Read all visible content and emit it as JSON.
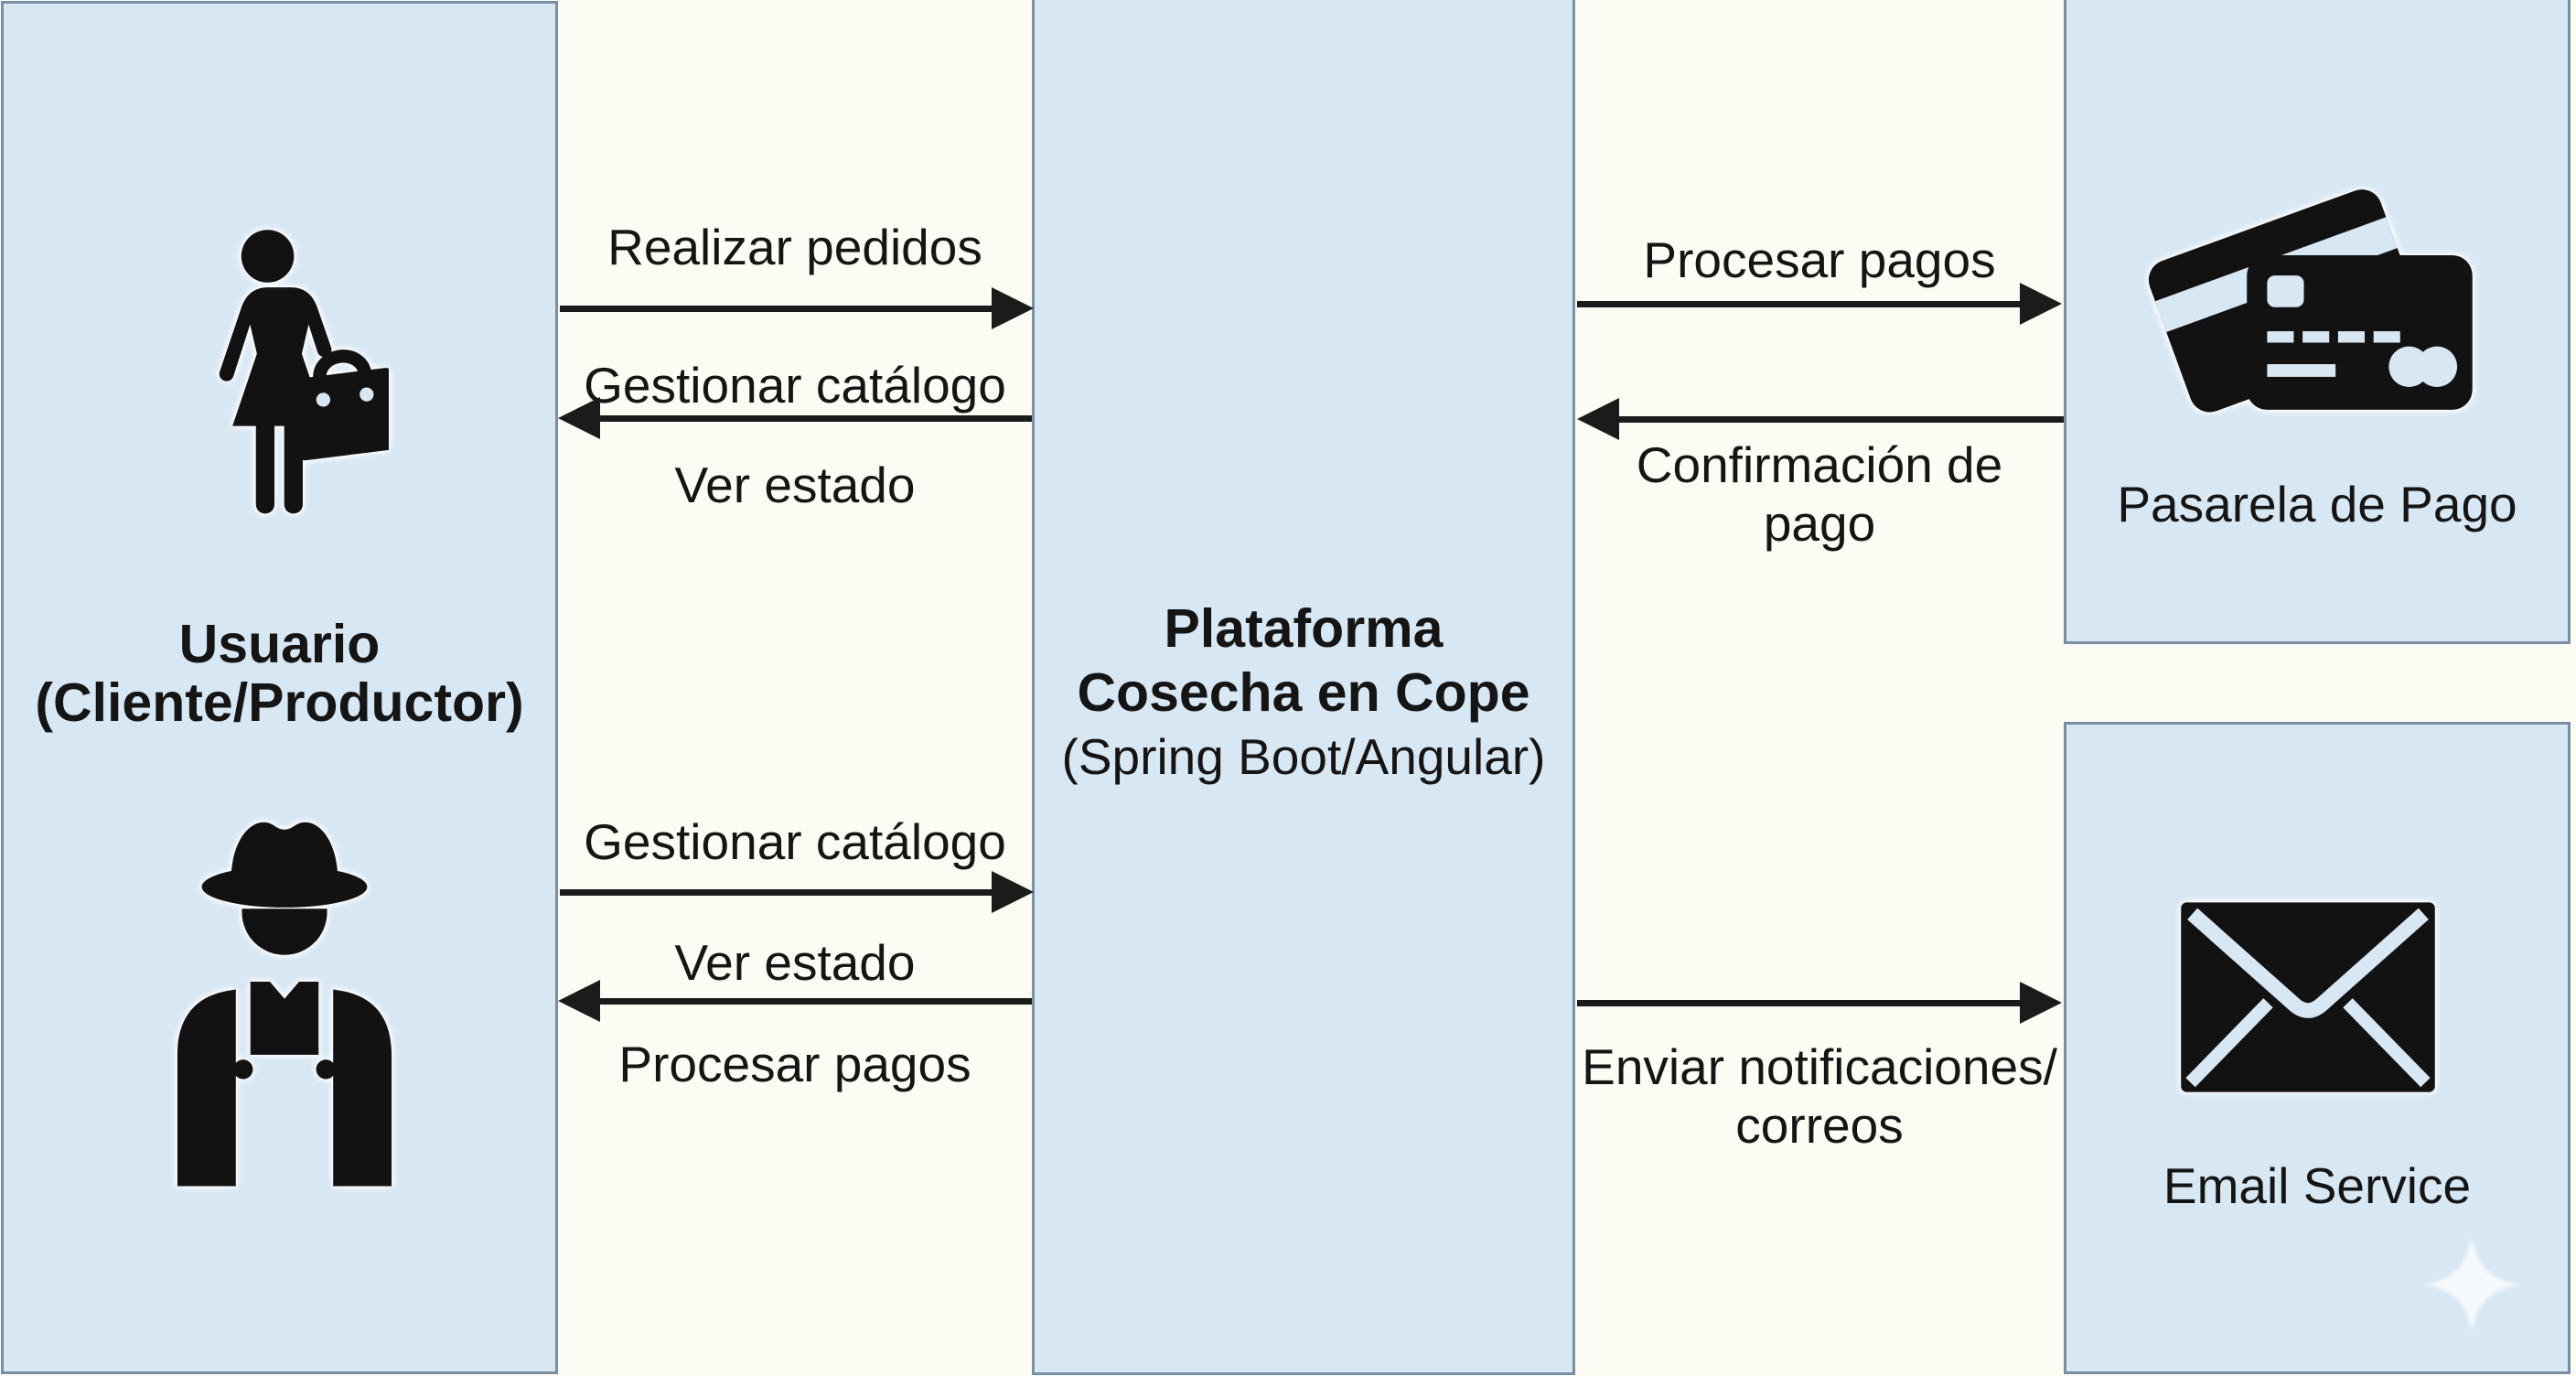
{
  "colors": {
    "background": "#fcfbf4",
    "panel_fill": "#d8e7f4",
    "panel_border": "#7b8ea2",
    "ink": "#151515",
    "arrow": "#1b1b1b"
  },
  "user_panel": {
    "title_line1": "Usuario",
    "title_line2": "(Cliente/Productor)",
    "icons": [
      "woman-shopper-icon",
      "farmer-icon"
    ]
  },
  "platform_panel": {
    "title_line1": "Plataforma",
    "title_line2": "Cosecha en Cope",
    "subtitle": "(Spring Boot/Angular)"
  },
  "gateway_panel": {
    "label": "Pasarela de Pago",
    "icon": "credit-cards-icon"
  },
  "email_panel": {
    "label": "Email Service",
    "icon": "envelope-icon"
  },
  "flows": {
    "realizar_pedidos": {
      "label": "Realizar pedidos",
      "direction": "right"
    },
    "gestionar_catalogo_top": {
      "label": "Gestionar catálogo",
      "direction": "left"
    },
    "ver_estado_top": {
      "label": "Ver estado",
      "direction": "none"
    },
    "gestionar_catalogo_bottom": {
      "label": "Gestionar catálogo",
      "direction": "right"
    },
    "ver_estado_bottom": {
      "label": "Ver estado",
      "direction": "left"
    },
    "procesar_pagos_bottom": {
      "label": "Procesar pagos",
      "direction": "none"
    },
    "procesar_pagos_gateway": {
      "label": "Procesar pagos",
      "direction": "right"
    },
    "confirmacion": {
      "line1": "Confirmación de",
      "line2": "pago",
      "direction": "left"
    },
    "enviar_notificaciones": {
      "line1": "Enviar notificaciones/",
      "line2": "correos",
      "direction": "right"
    }
  },
  "decor": {
    "sparkle_icon": "sparkle-icon"
  }
}
